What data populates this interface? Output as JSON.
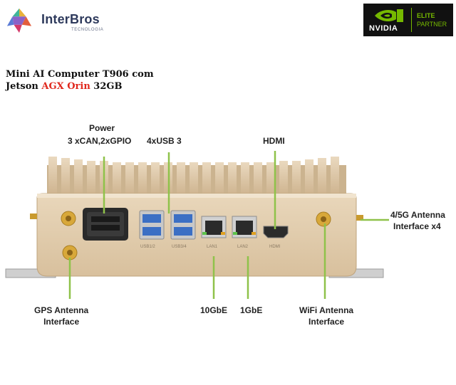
{
  "brand": {
    "name": "InterBros",
    "tagline": "TECNOLOGIA"
  },
  "partner_badge": {
    "brand": "NVIDIA",
    "line1": "ELITE",
    "line2": "PARTNER"
  },
  "title": {
    "line1": "Mini AI Computer T906 com",
    "line2_prefix": "Jetson ",
    "line2_highlight": "AGX Orin",
    "line2_suffix": " 32GB"
  },
  "callouts": {
    "power": "Power",
    "can_gpio": "3 xCAN,2xGPIO",
    "usb3": "4xUSB 3",
    "hdmi": "HDMI",
    "cellular_line1": "4/5G Antenna",
    "cellular_line2": "Interface x4",
    "gps_line1": "GPS Antenna",
    "gps_line2": "Interface",
    "lan10": "10GbE",
    "lan1": "1GbE",
    "wifi_line1": "WiFi Antenna",
    "wifi_line2": "Interface"
  },
  "port_labels": {
    "usb12": "USB1/2",
    "usb34": "USB3/4",
    "lan1": "LAN1",
    "lan2": "LAN2",
    "hdmi": "HDMI"
  },
  "colors": {
    "accent_green": "#76b900",
    "callout_line": "#8fc24a",
    "highlight_red": "#e0281d",
    "chassis": "#dcc6a6"
  }
}
